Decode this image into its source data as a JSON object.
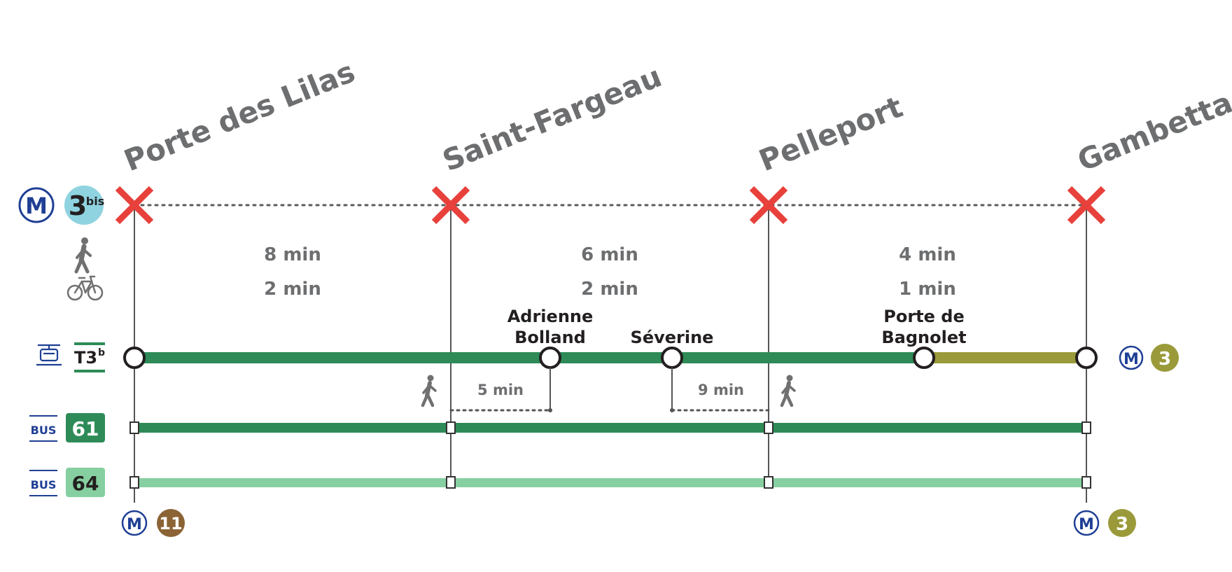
{
  "closed_line": {
    "network": "M",
    "line_number": "3",
    "line_suffix": "bis",
    "line_color": "#8fd3e0"
  },
  "stations": [
    {
      "name": "Porte des Lilas"
    },
    {
      "name": "Saint-Fargeau"
    },
    {
      "name": "Pelleport"
    },
    {
      "name": "Gambetta"
    }
  ],
  "travel_times": [
    {
      "walk": "8 min",
      "bike": "2 min"
    },
    {
      "walk": "6 min",
      "bike": "2 min"
    },
    {
      "walk": "4 min",
      "bike": "1 min"
    }
  ],
  "tram": {
    "label": "T3",
    "suffix": "b",
    "color": "#2e8b57",
    "extension_color": "#9a9a3a",
    "stops": [
      {
        "name_lines": [
          "Adrienne",
          "Bolland"
        ]
      },
      {
        "name_lines": [
          "Séverine"
        ]
      },
      {
        "name_lines": [
          "Porte de",
          "Bagnolet"
        ]
      }
    ],
    "end_connection": {
      "network": "M",
      "line": "3",
      "color": "#9a9a3a"
    }
  },
  "walk_connections": [
    {
      "time": "5 min"
    },
    {
      "time": "9 min"
    }
  ],
  "buses": [
    {
      "mode": "BUS",
      "number": "61",
      "color": "#2e8b57",
      "text_color": "#ffffff"
    },
    {
      "mode": "BUS",
      "number": "64",
      "color": "#86cfa0",
      "text_color": "#231f20"
    }
  ],
  "bottom_connections": [
    {
      "network": "M",
      "line": "11",
      "color": "#8b6334"
    },
    {
      "network": "M",
      "line": "3",
      "color": "#9a9a3a"
    }
  ],
  "colors": {
    "closure_cross": "#e8413c",
    "metro_blue": "#1f3f95",
    "text_gray": "#6d6e70",
    "icon_gray": "#707070"
  }
}
